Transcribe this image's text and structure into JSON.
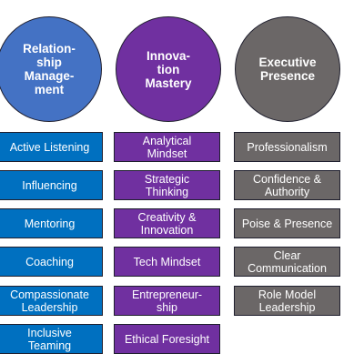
{
  "colors": {
    "relationship_circle": "#4472c4",
    "innovation_circle": "#7030a0",
    "executive_circle": "#6b6767",
    "relationship_box": "#0070c0",
    "innovation_box": "#7030a0",
    "executive_box": "#6b6767",
    "text": "#ffffff"
  },
  "columns": [
    {
      "title": "Relation-\nship\nManage-\nment",
      "items": [
        "Active Listening",
        "Influencing",
        "Mentoring",
        "Coaching",
        "Compassionate\nLeadership",
        "Inclusive\nTeaming"
      ]
    },
    {
      "title": "Innova-\ntion\nMastery",
      "items": [
        "Analytical\nMindset",
        "Strategic\nThinking",
        "Creativity &\nInnovation",
        "Tech Mindset",
        "Entrepreneur-\nship",
        "Ethical Foresight"
      ]
    },
    {
      "title": "Executive\nPresence",
      "items": [
        "Professionalism",
        "Confidence &\nAuthority",
        "Poise & Presence",
        "Clear\nCommunication",
        "Role Model\nLeadership"
      ]
    }
  ]
}
